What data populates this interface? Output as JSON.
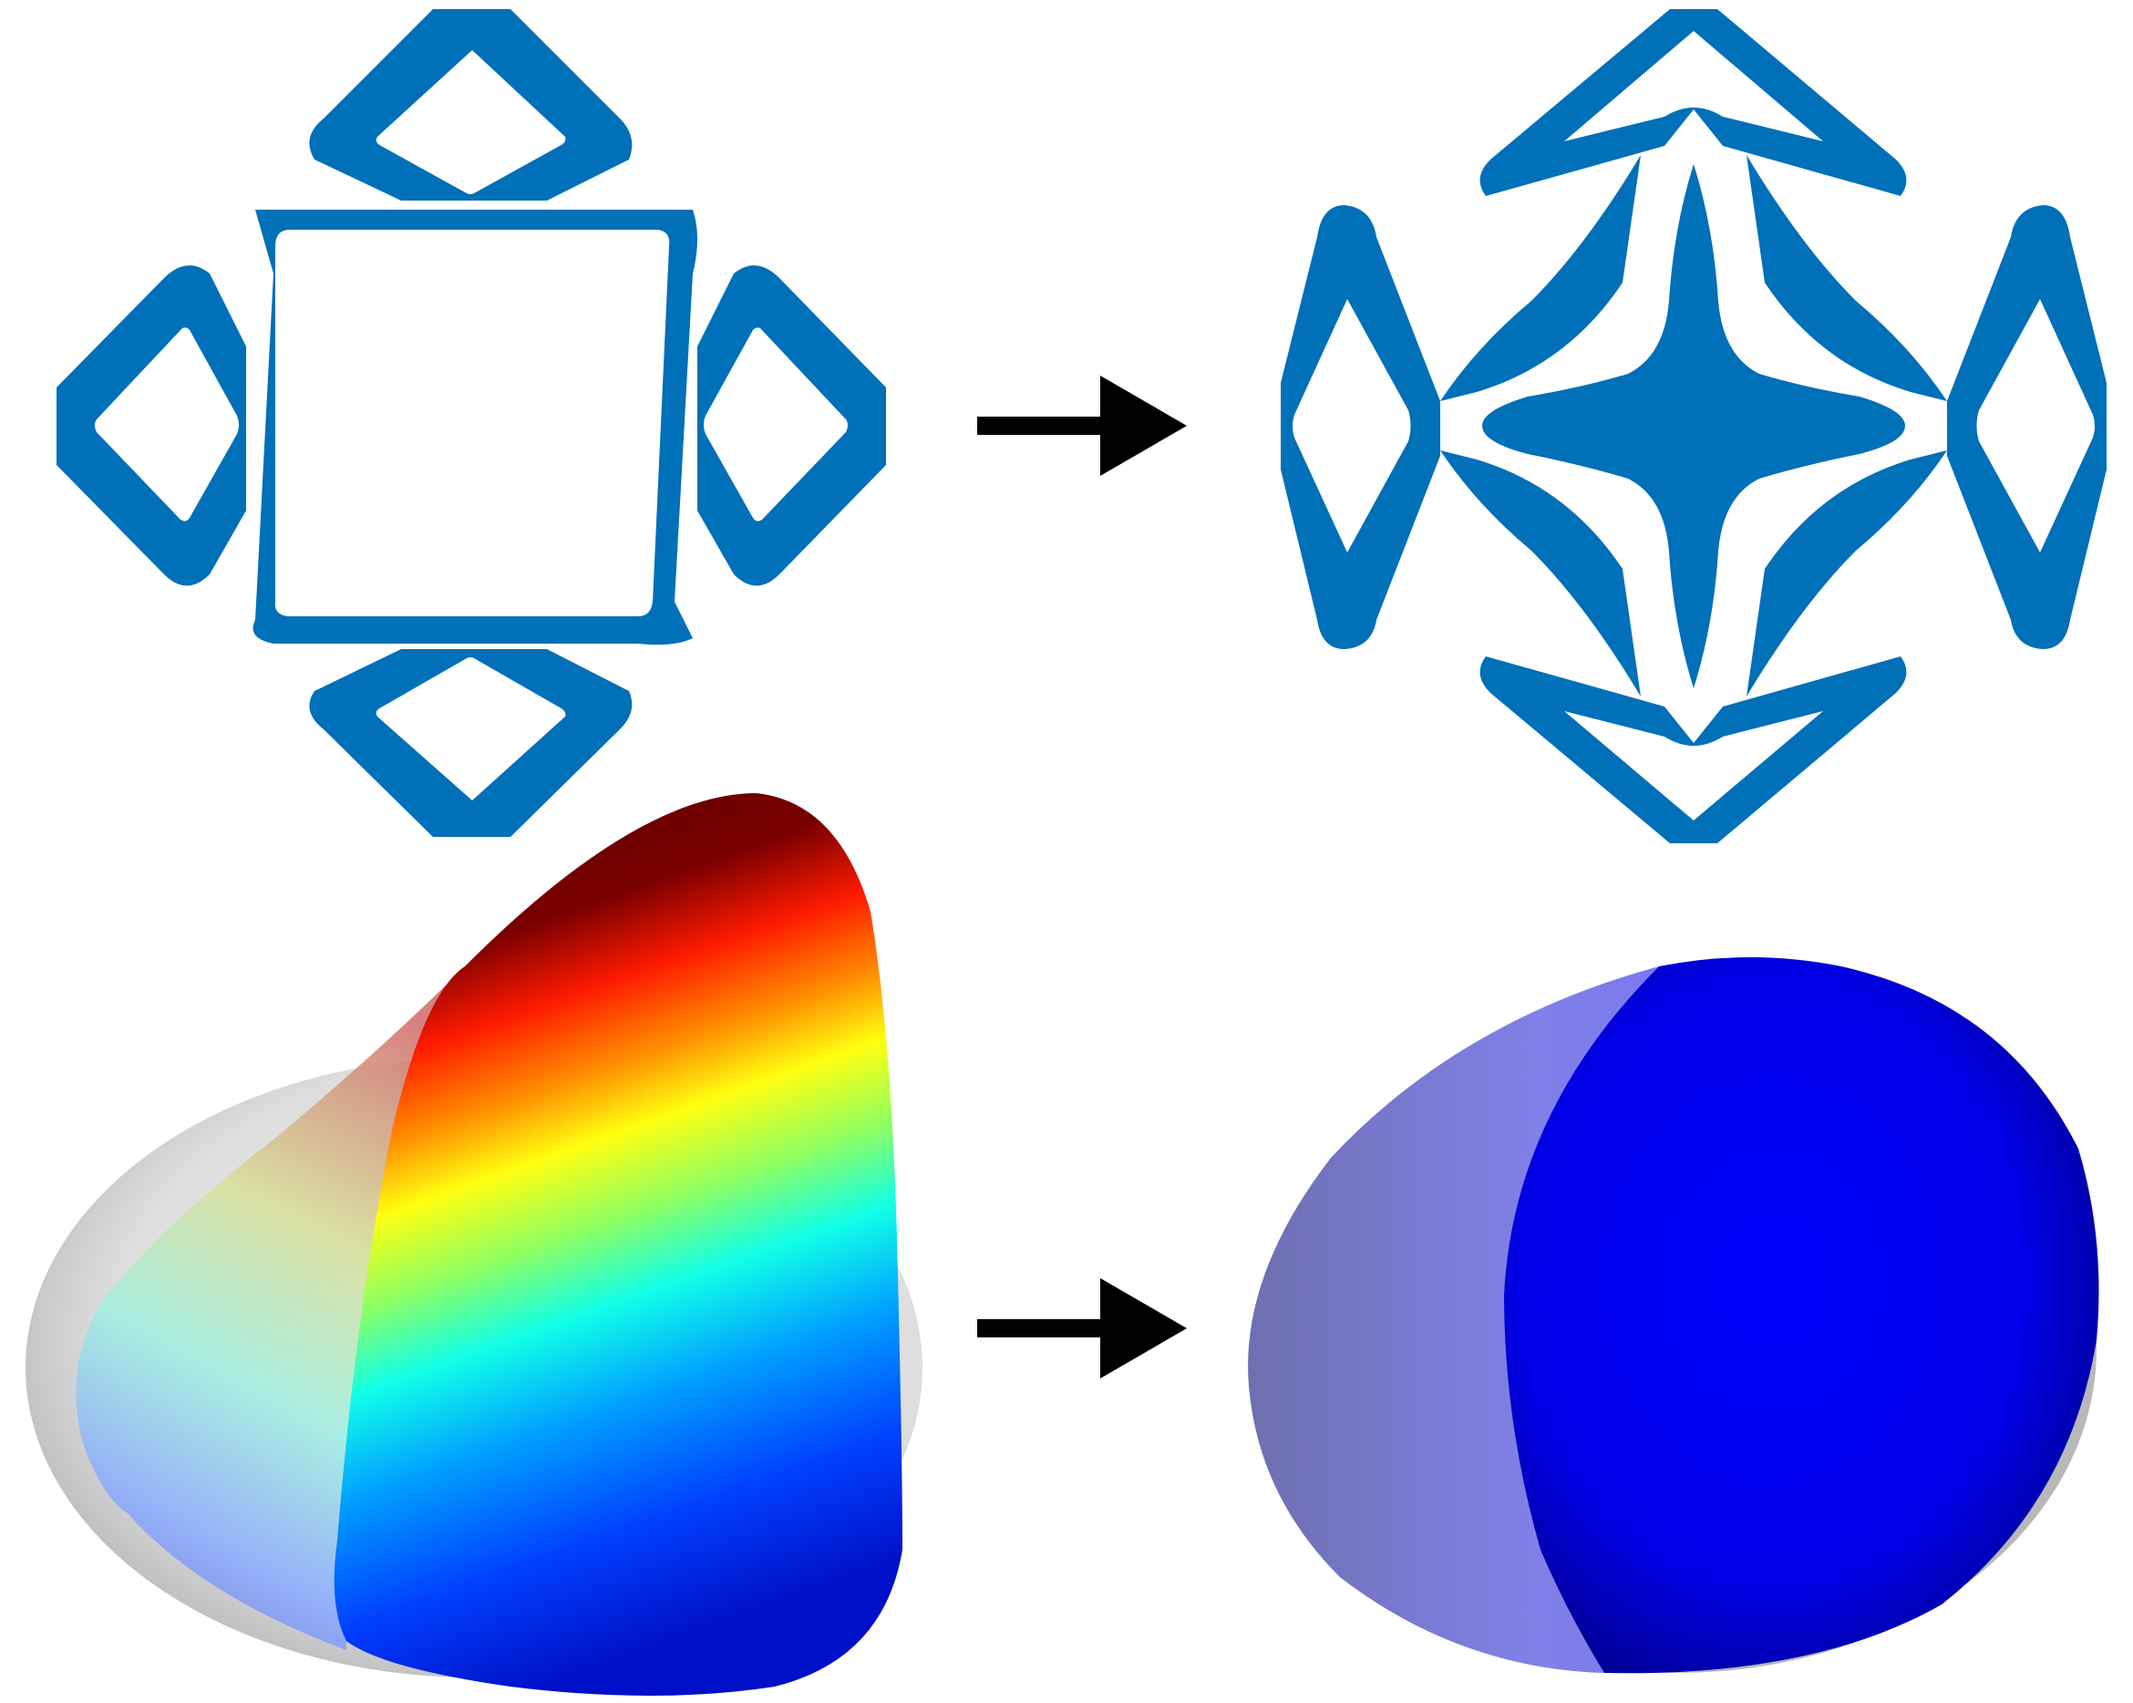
{
  "colors": {
    "background": "#ffffff",
    "structure_blue": "#0070b8",
    "arrow": "#000000",
    "ghost_surface_gray": "#b8b8b8",
    "surface_deep_blue": "#0000e6"
  },
  "icons": {
    "arrow_top": "right-arrow-icon",
    "arrow_bottom": "right-arrow-icon"
  },
  "panels": [
    {
      "id": "initial-lattice",
      "kind": "2d-unit-cell",
      "fill": "structure_blue"
    },
    {
      "id": "optimized-lattice",
      "kind": "2d-unit-cell",
      "fill": "structure_blue"
    },
    {
      "id": "initial-surface",
      "kind": "3d-surface",
      "colormap": "jet",
      "overlay": "gray-ellipsoid"
    },
    {
      "id": "optimized-surface",
      "kind": "3d-surface",
      "colormap": "jet-low",
      "overlay": "gray-ellipsoid"
    }
  ]
}
